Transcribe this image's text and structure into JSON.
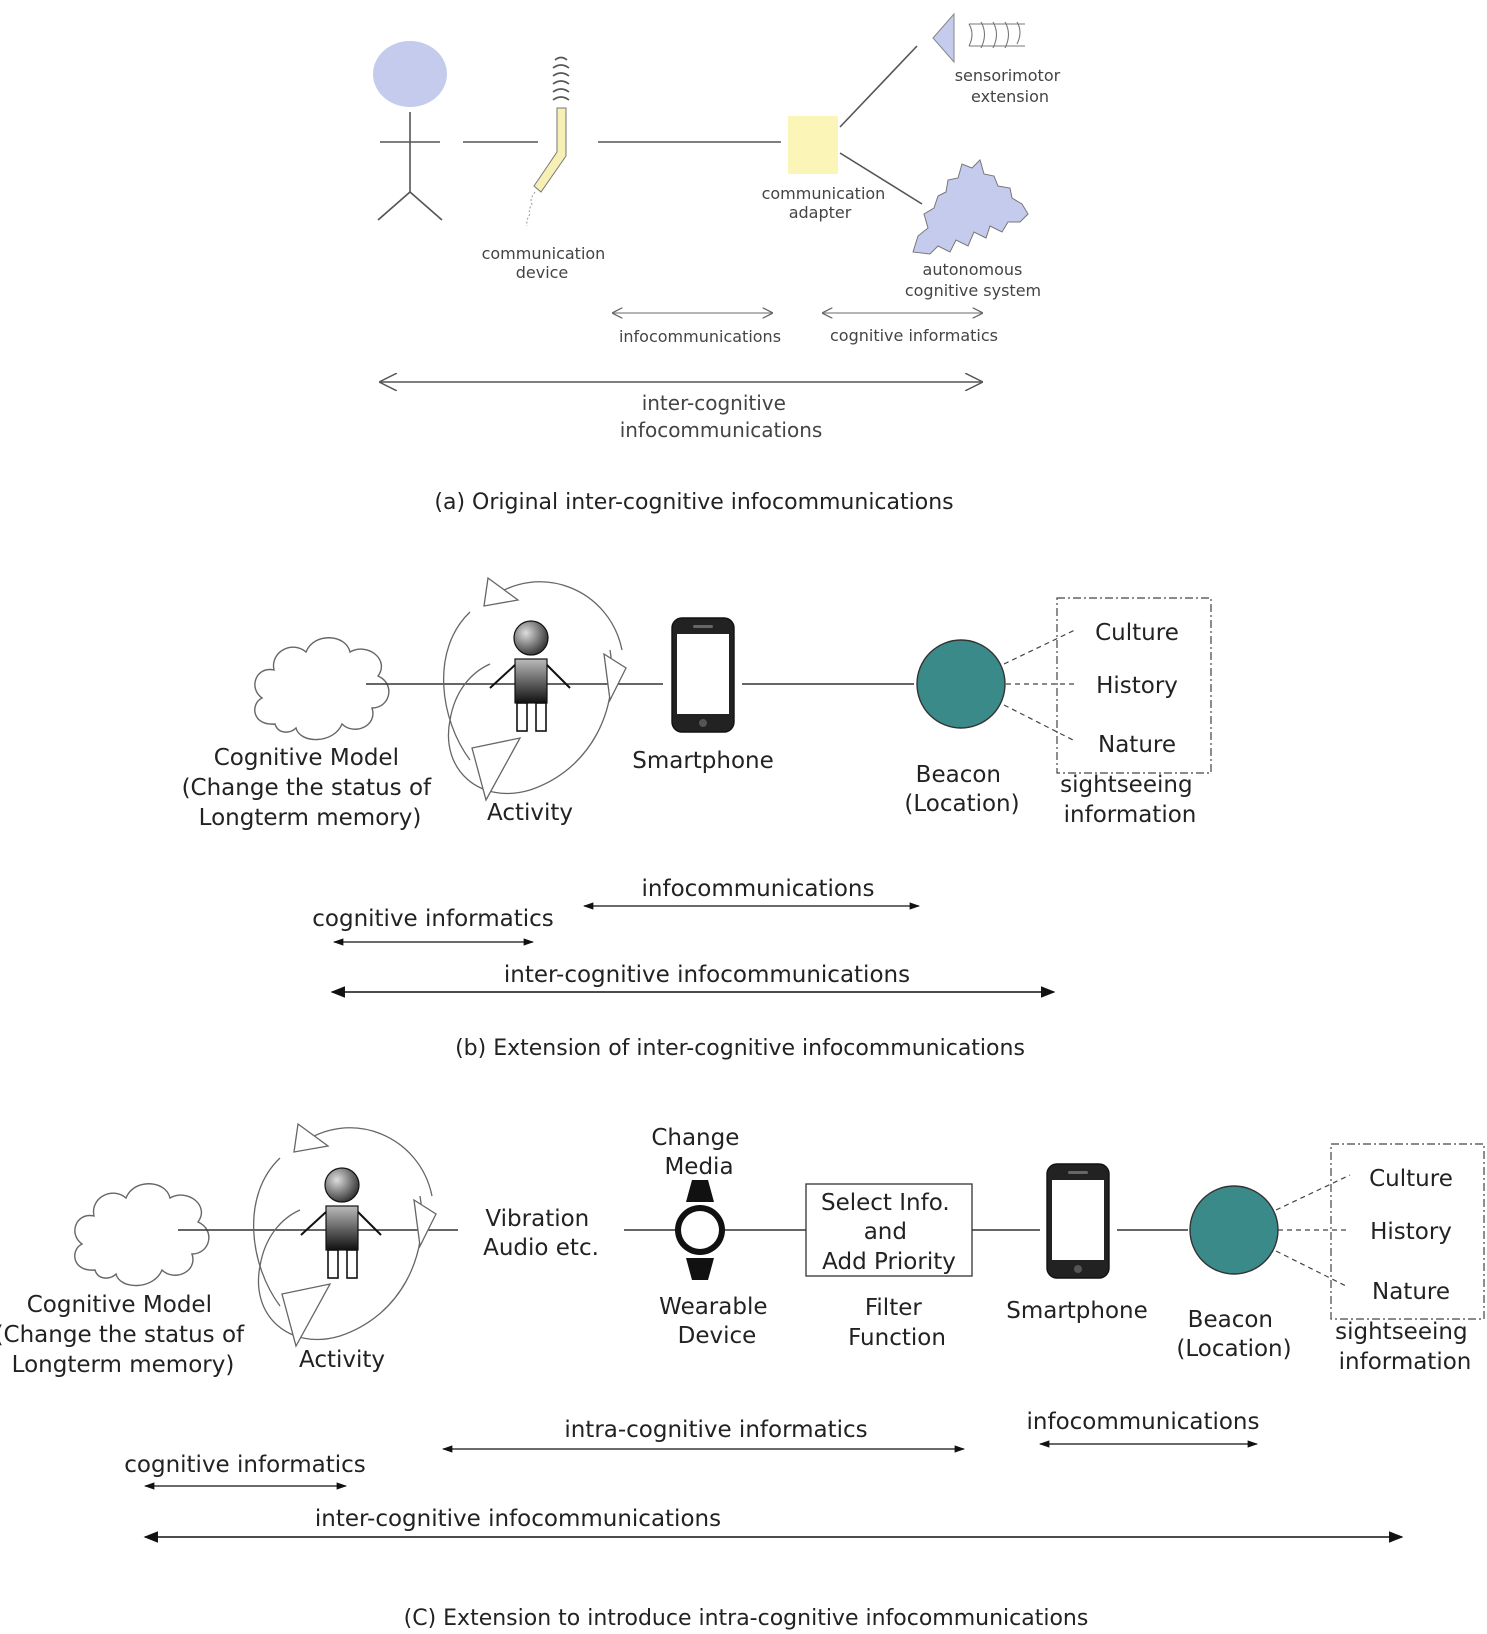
{
  "panel_a": {
    "labels": {
      "communication_device": [
        "communication",
        "device"
      ],
      "communication_adapter": [
        "communication",
        "adapter"
      ],
      "sensorimotor_extension": [
        "sensorimotor",
        "extension"
      ],
      "autonomous_cognitive_system": [
        "autonomous",
        "cognitive system"
      ],
      "infocommunications": "infocommunications",
      "cognitive_informatics": "cognitive informatics",
      "inter_cognitive_infocommunications": [
        "inter-cognitive",
        "infocommunications"
      ]
    },
    "caption": "(a) Original inter-cognitive infocommunications",
    "colors": {
      "head": "#c5cbed",
      "device": "#f7f0b5",
      "adapter": "#fbf6b8",
      "cloud": "#c5cbed",
      "arrow": "#666666"
    }
  },
  "panel_b": {
    "labels": {
      "cognitive_model": [
        "Cognitive Model",
        "(Change the status of",
        "Longterm memory)"
      ],
      "activity": "Activity",
      "smartphone": "Smartphone",
      "beacon": [
        "Beacon",
        "(Location)"
      ],
      "culture": "Culture",
      "history": "History",
      "nature": "Nature",
      "sightseeing": [
        "sightseeing",
        "information"
      ],
      "infocommunications": "infocommunications",
      "cognitive_informatics": "cognitive informatics",
      "inter_cognitive_infocommunications": "inter-cognitive infocommunications"
    },
    "caption": "(b) Extension of inter-cognitive infocommunications",
    "colors": {
      "beacon": "#3a8a8a"
    }
  },
  "panel_c": {
    "labels": {
      "cognitive_model": [
        "Cognitive Model",
        "(Change the status of",
        "Longterm memory)"
      ],
      "activity": "Activity",
      "vibration": [
        "Vibration",
        "Audio etc."
      ],
      "change_media": [
        "Change",
        "Media"
      ],
      "wearable_device": [
        "Wearable",
        "Device"
      ],
      "select_info": [
        "Select Info.",
        "and",
        "Add Priority"
      ],
      "filter_function": [
        "Filter",
        "Function"
      ],
      "smartphone": "Smartphone",
      "beacon": [
        "Beacon",
        "(Location)"
      ],
      "culture": "Culture",
      "history": "History",
      "nature": "Nature",
      "sightseeing": [
        "sightseeing",
        "information"
      ],
      "intra_cognitive_informatics": "intra-cognitive informatics",
      "infocommunications": "infocommunications",
      "cognitive_informatics": "cognitive informatics",
      "inter_cognitive_infocommunications": "inter-cognitive infocommunications"
    },
    "caption": "(C) Extension to introduce intra-cognitive infocommunications",
    "colors": {
      "beacon": "#3a8a8a"
    }
  }
}
